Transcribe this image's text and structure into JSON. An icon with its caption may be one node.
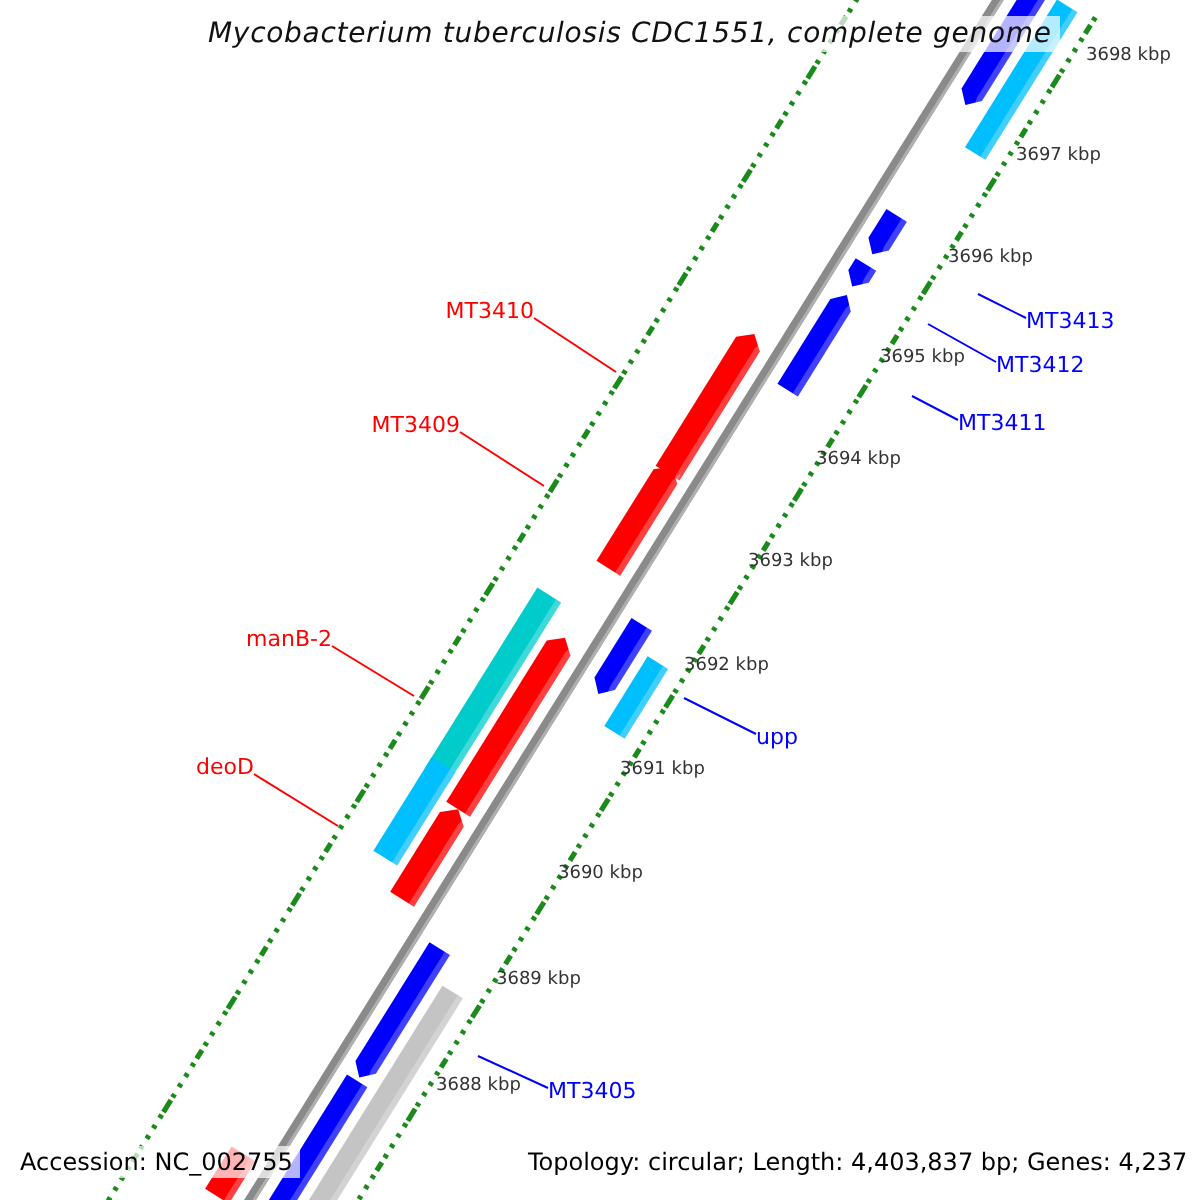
{
  "diagram": {
    "title": "Mycobacterium tuberculosis CDC1551, complete genome",
    "nodes": [
      {
        "text": [
          "MT3410"
        ]
      },
      {
        "text": [
          "MT3413"
        ]
      },
      {
        "text": [
          "MT3412"
        ]
      },
      {
        "text": [
          "MT3411"
        ]
      },
      {
        "text": [
          "MT3409"
        ]
      },
      {
        "text": [
          "manB-2"
        ]
      },
      {
        "text": [
          "upp"
        ]
      },
      {
        "text": [
          "deoD"
        ]
      },
      {
        "text": [
          "MT3405"
        ]
      }
    ],
    "edges": [
      {
        "from": 0,
        "to": null,
        "arrow": "none",
        "color": "#ff0000"
      },
      {
        "from": 1,
        "to": null,
        "arrow": "none"
      },
      {
        "from": 2,
        "to": null,
        "arrow": "none"
      },
      {
        "from": 3,
        "to": null,
        "arrow": "none"
      },
      {
        "from": 4,
        "to": null,
        "arrow": "none",
        "color": "#ff0000"
      },
      {
        "from": 5,
        "to": null,
        "arrow": "none",
        "color": "#ff0000"
      },
      {
        "from": 6,
        "to": null,
        "arrow": "none"
      },
      {
        "from": 7,
        "to": null,
        "arrow": "none",
        "color": "#ff0000"
      },
      {
        "from": 8,
        "to": null,
        "arrow": "none"
      }
    ],
    "labels": [
      "3698 kbp",
      "3697 kbp",
      "3696 kbp",
      "3695 kbp",
      "3694 kbp",
      "3693 kbp",
      "3692 kbp",
      "3691 kbp",
      "3690 kbp",
      "3689 kbp",
      "3688 kbp",
      "Accession: NC_002755",
      "Topology: circular; Length: 4,403,837 bp; Genes: 4,237"
    ]
  }
}
